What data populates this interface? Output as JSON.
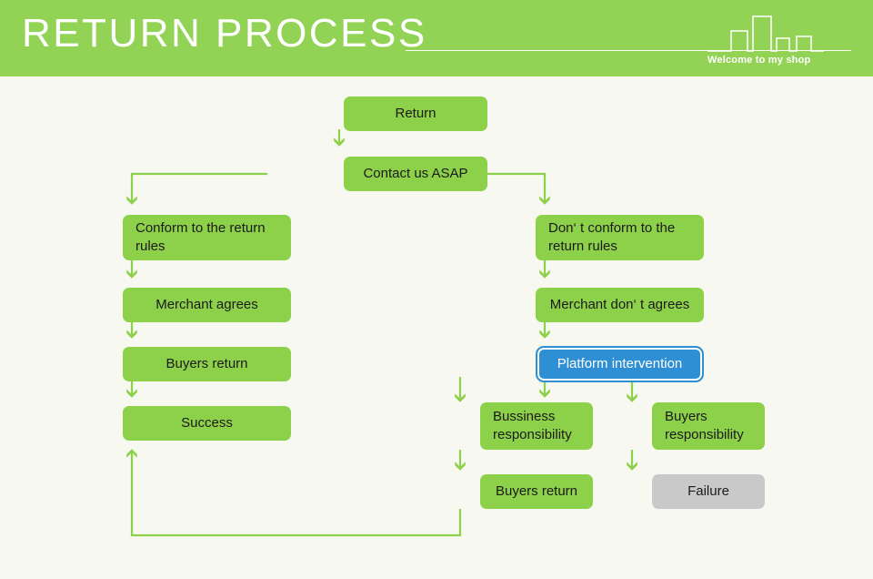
{
  "header": {
    "title": "RETURN PROCESS",
    "tagline": "Welcome to my shop",
    "brand_green": "#92d355",
    "rule_color": "#ffffff",
    "skyline_icon": "bar-skyline-icon"
  },
  "page": {
    "background": "#f7f9f0",
    "node_green": "#8dd04a",
    "node_gray": "#c9c9c9",
    "node_blue": "#2e8fd4",
    "connector_color": "#8dd04a",
    "text_color": "#1b1b1b"
  },
  "flow": {
    "nodes": [
      {
        "id": "return",
        "label": "Return",
        "style": "green",
        "align": "center"
      },
      {
        "id": "contact",
        "label": "Contact us ASAP",
        "style": "green",
        "align": "center"
      },
      {
        "id": "conform",
        "label": "Conform to the return rules",
        "style": "green",
        "align": "left"
      },
      {
        "id": "merchant-agrees",
        "label": "Merchant agrees",
        "style": "green",
        "align": "center"
      },
      {
        "id": "buyers-return-left",
        "label": "Buyers return",
        "style": "green",
        "align": "center"
      },
      {
        "id": "success",
        "label": "Success",
        "style": "green",
        "align": "center"
      },
      {
        "id": "not-conform",
        "label": "Don‘ t conform to the return rules",
        "style": "green",
        "align": "left"
      },
      {
        "id": "merchant-disagrees",
        "label": "Merchant don‘ t agrees",
        "style": "green",
        "align": "center"
      },
      {
        "id": "platform",
        "label": "Platform intervention",
        "style": "blue",
        "align": "center"
      },
      {
        "id": "business-resp",
        "label": "Bussiness responsibility",
        "style": "green",
        "align": "left"
      },
      {
        "id": "buyers-resp",
        "label": "Buyers responsibility",
        "style": "green",
        "align": "left"
      },
      {
        "id": "buyers-return-right",
        "label": "Buyers return",
        "style": "green",
        "align": "center"
      },
      {
        "id": "failure",
        "label": "Failure",
        "style": "gray",
        "align": "center"
      }
    ],
    "edges": [
      {
        "from": "return",
        "to": "contact"
      },
      {
        "from": "contact",
        "to": "conform"
      },
      {
        "from": "contact",
        "to": "not-conform"
      },
      {
        "from": "conform",
        "to": "merchant-agrees"
      },
      {
        "from": "merchant-agrees",
        "to": "buyers-return-left"
      },
      {
        "from": "buyers-return-left",
        "to": "success"
      },
      {
        "from": "not-conform",
        "to": "merchant-disagrees"
      },
      {
        "from": "merchant-disagrees",
        "to": "platform"
      },
      {
        "from": "platform",
        "to": "business-resp"
      },
      {
        "from": "platform",
        "to": "buyers-resp"
      },
      {
        "from": "business-resp",
        "to": "buyers-return-right"
      },
      {
        "from": "buyers-resp",
        "to": "failure"
      },
      {
        "from": "buyers-return-right",
        "to": "success"
      }
    ]
  }
}
